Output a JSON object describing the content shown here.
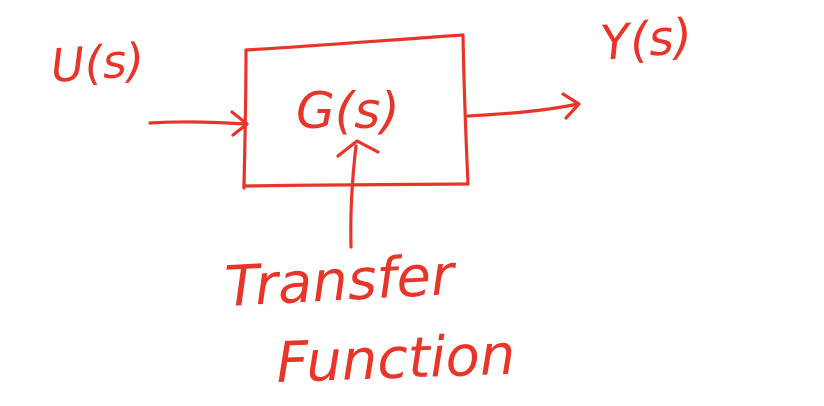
{
  "ink_color": "#e8352a",
  "diagram": {
    "input_label": "U(s)",
    "output_label": "Y(s)",
    "block_label": "G(s)",
    "annotation": {
      "line1": "Transfer",
      "line2": "Function"
    }
  }
}
